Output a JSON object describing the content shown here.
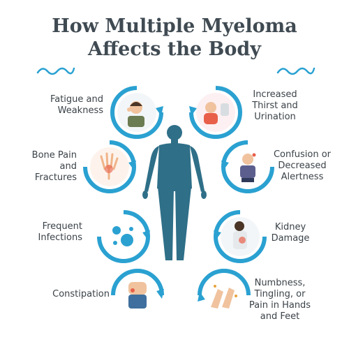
{
  "title": {
    "line1": "How Multiple Myeloma",
    "line2": "Affects the Body"
  },
  "colors": {
    "accent": "#2aa1d1",
    "body": "#2f6f88",
    "title": "#3f4a52",
    "text": "#3b4248"
  },
  "symptoms_left": [
    {
      "label": "Fatigue and\nWeakness",
      "icon": "tired-person-icon"
    },
    {
      "label": "Bone Pain\nand\nFractures",
      "icon": "hand-bone-icon"
    },
    {
      "label": "Frequent\nInfections",
      "icon": "virus-icon"
    },
    {
      "label": "Constipation",
      "icon": "stomach-pain-icon"
    }
  ],
  "symptoms_right": [
    {
      "label": "Increased\nThirst and\nUrination",
      "icon": "toilet-person-icon"
    },
    {
      "label": "Confusion or\nDecreased\nAlertness",
      "icon": "confused-person-icon"
    },
    {
      "label": "Kidney\nDamage",
      "icon": "kidney-icon"
    },
    {
      "label": "Numbness,\nTingling, or\nPain in Hands\nand Feet",
      "icon": "hands-pain-icon"
    }
  ]
}
